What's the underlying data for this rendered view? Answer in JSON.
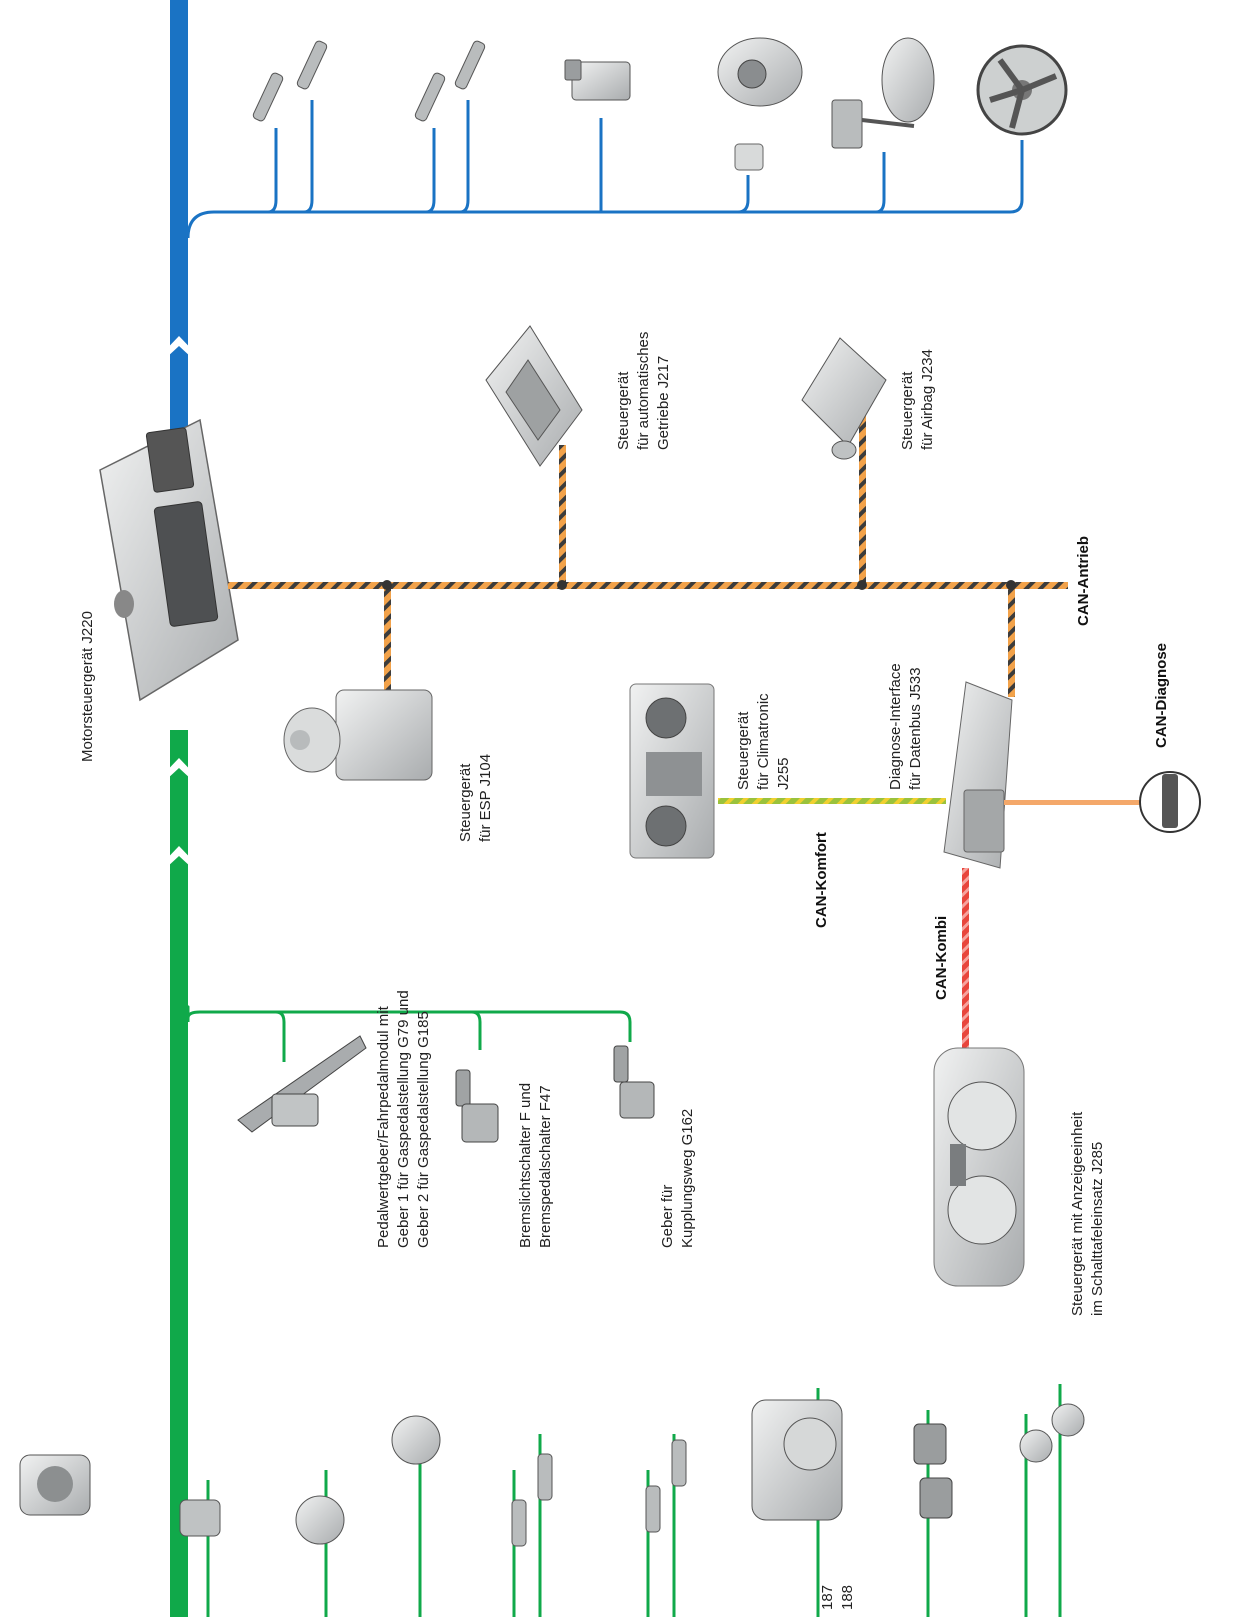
{
  "colors": {
    "output_bus": "#1a73c4",
    "input_bus": "#10a94a",
    "can_drive_base": "#f2a24a",
    "can_drive_stripe": "#3c3c3c",
    "can_comfort_base": "#9ac23c",
    "can_comfort_stripe": "#f0d030",
    "can_combi": "#e8453c",
    "can_diag": "#f4a86a",
    "component_grey": "#c9cbcc"
  },
  "labels": {
    "ecu": "Motorsteuergerät J220",
    "esp": [
      "Steuergerät",
      "für ESP J104"
    ],
    "gearbox": [
      "Steuergerät",
      "für automatisches",
      "Getriebe J217"
    ],
    "airbag": [
      "Steuergerät",
      "für Airbag J234"
    ],
    "climatronic": [
      "Steuergerät",
      "für Climatronic",
      "J255"
    ],
    "gateway": [
      "Diagnose-Interface",
      "für Datenbus J533"
    ],
    "dash": [
      "Steuergerät mit Anzeigeeinheit",
      "im Schalttafeleinsatz J285"
    ],
    "pedal": [
      "Pedalwertgeber/Fahrpedalmodul mit",
      "Geber 1 für Gaspedalstellung G79 und",
      "Geber 2 für Gaspedalstellung G185"
    ],
    "brake": [
      "Bremslichtschalter F und",
      "Bremspedalschalter F47"
    ],
    "clutch": [
      "Geber  für",
      "Kupplungsweg G162"
    ],
    "throttle_partial": [
      "187",
      "188"
    ]
  },
  "bus_labels": {
    "can_drive": "CAN-Antrieb",
    "can_diag": "CAN-Diagnose",
    "can_comfort": "CAN-Komfort",
    "can_combi": "CAN-Kombi"
  }
}
